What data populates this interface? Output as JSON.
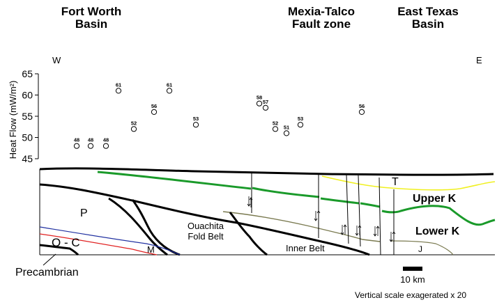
{
  "titles": {
    "left": [
      "Fort Worth",
      "Basin"
    ],
    "middle": [
      "Mexia-Talco",
      "Fault zone"
    ],
    "right": [
      "East Texas",
      "Basin"
    ]
  },
  "compass": {
    "west": "W",
    "east": "E"
  },
  "axis": {
    "ylabel": "Heat Flow (mW/m²)",
    "ylim": [
      45,
      65
    ],
    "ticks": [
      "65",
      "60",
      "55",
      "50",
      "45"
    ]
  },
  "heat_flow_points": [
    {
      "label": "48",
      "x": 1,
      "value": 48
    },
    {
      "label": "48",
      "x": 2,
      "value": 48
    },
    {
      "label": "48",
      "x": 3,
      "value": 48
    },
    {
      "label": "61",
      "x": 4,
      "value": 61
    },
    {
      "label": "52",
      "x": 5,
      "value": 52
    },
    {
      "label": "56",
      "x": 6,
      "value": 56
    },
    {
      "label": "61",
      "x": 7,
      "value": 61
    },
    {
      "label": "53",
      "x": 8,
      "value": 53
    },
    {
      "label": "58",
      "x": 9,
      "value": 58
    },
    {
      "label": "57",
      "x": 10,
      "value": 57
    },
    {
      "label": "52",
      "x": 11,
      "value": 52
    },
    {
      "label": "51",
      "x": 12,
      "value": 51
    },
    {
      "label": "53",
      "x": 13,
      "value": 53
    },
    {
      "label": "56",
      "x": 14,
      "value": 56
    }
  ],
  "section_labels": {
    "p": "P",
    "ouachita": [
      "Ouachita",
      "Fold Belt"
    ],
    "inner_belt": "Inner Belt",
    "o_c": "O - C",
    "m": "M",
    "t": "T",
    "upper_k": "Upper K",
    "lower_k": "Lower K",
    "j": "J",
    "precambrian": "Precambrian"
  },
  "scale_bar": {
    "label": "10 km"
  },
  "note": "Vertical scale exagerated x 20",
  "colors": {
    "green": "#1a9a2a",
    "yellow": "#f0f020",
    "red": "#e02020",
    "blue": "#2030a0",
    "olive": "#7a7a50",
    "black": "#000000"
  }
}
